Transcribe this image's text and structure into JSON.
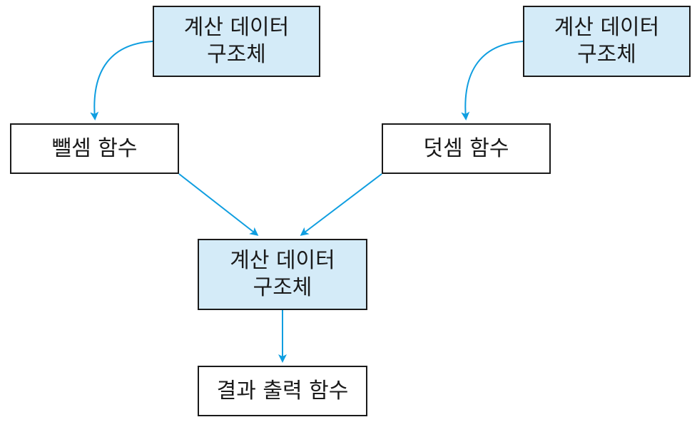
{
  "nodes": {
    "data_top_left": {
      "line1": "계산 데이터",
      "line2": "구조체"
    },
    "data_top_right": {
      "line1": "계산 데이터",
      "line2": "구조체"
    },
    "subtract": {
      "label": "뺄셈 함수"
    },
    "add": {
      "label": "덧셈 함수"
    },
    "data_middle": {
      "line1": "계산 데이터",
      "line2": "구조체"
    },
    "output": {
      "label": "결과 출력 함수"
    }
  },
  "colors": {
    "data_fill": "#d4ebf8",
    "arrow": "#0f9ee0",
    "border": "#1a1a1a"
  }
}
